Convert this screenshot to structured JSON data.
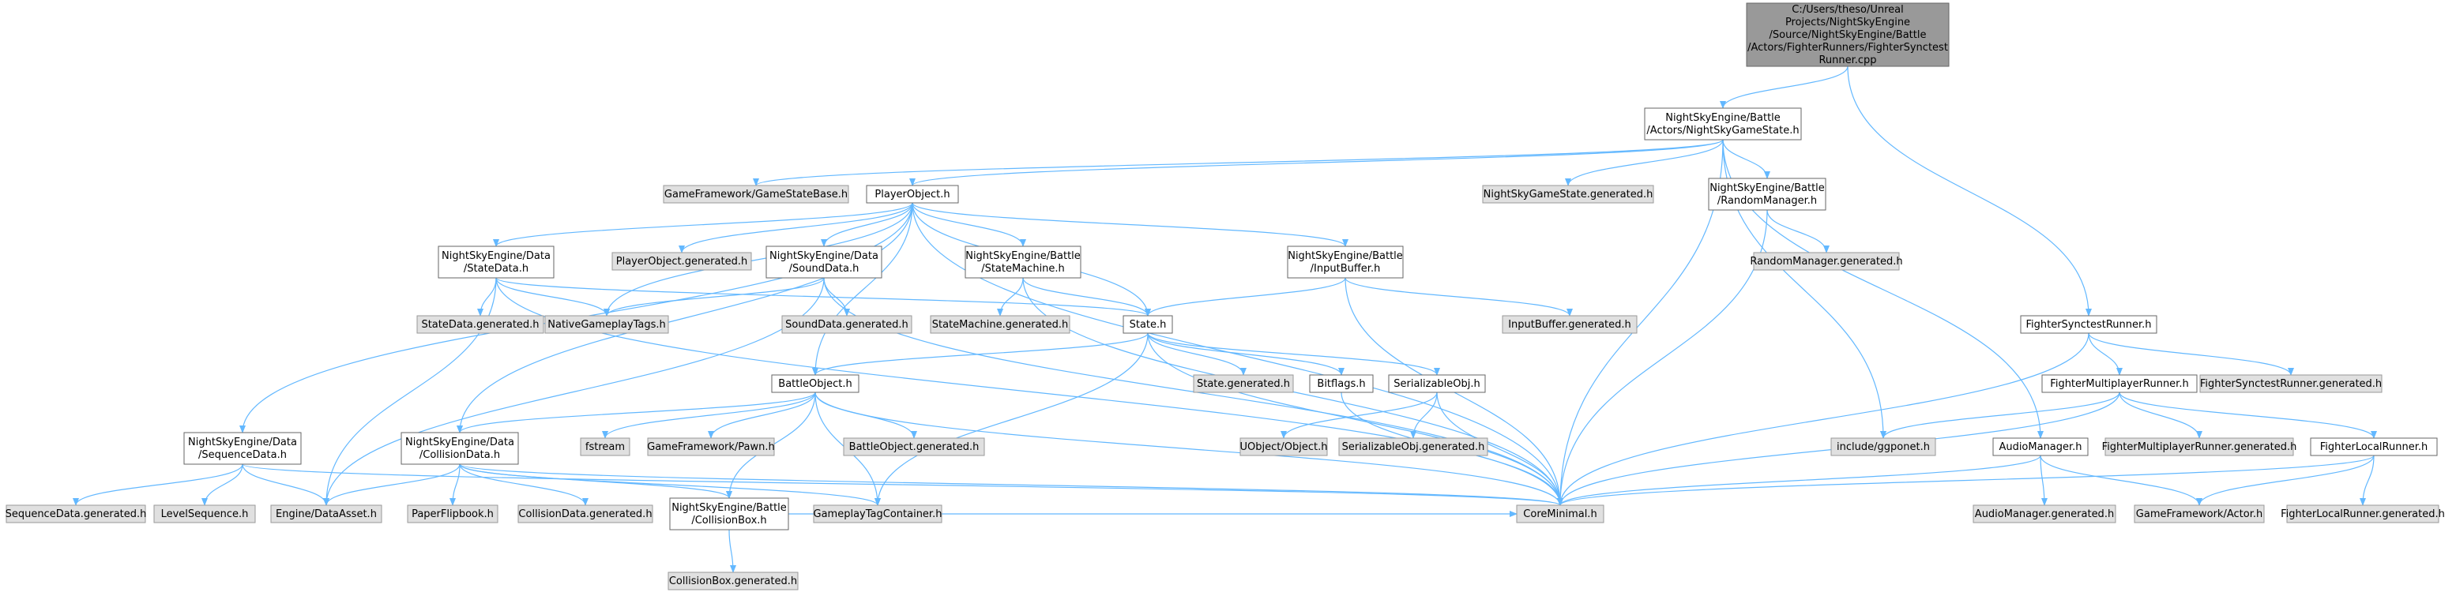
{
  "colors": {
    "edge": "#63b8ff",
    "root_fill": "#999999",
    "root_stroke": "#666666",
    "doc_fill": "#ffffff",
    "doc_stroke": "#666666",
    "ext_fill": "#e0e0e0",
    "ext_stroke": "#999999"
  },
  "nodes": [
    {
      "id": "root",
      "kind": "root",
      "lines": [
        "C:/Users/theso/Unreal",
        "Projects/NightSkyEngine",
        "/Source/NightSkyEngine/Battle",
        "/Actors/FighterRunners/FighterSynctest",
        "Runner.cpp"
      ]
    },
    {
      "id": "gamestate",
      "kind": "doc",
      "lines": [
        "NightSkyEngine/Battle",
        "/Actors/NightSkyGameState.h"
      ]
    },
    {
      "id": "gsbase",
      "kind": "ext",
      "lines": [
        "GameFramework/GameStateBase.h"
      ]
    },
    {
      "id": "player",
      "kind": "doc",
      "lines": [
        "PlayerObject.h"
      ]
    },
    {
      "id": "gsgen",
      "kind": "ext",
      "lines": [
        "NightSkyGameState.generated.h"
      ]
    },
    {
      "id": "randmgr",
      "kind": "doc",
      "lines": [
        "NightSkyEngine/Battle",
        "/RandomManager.h"
      ]
    },
    {
      "id": "randgen",
      "kind": "ext",
      "lines": [
        "RandomManager.generated.h"
      ]
    },
    {
      "id": "statedata",
      "kind": "doc",
      "lines": [
        "NightSkyEngine/Data",
        "/StateData.h"
      ]
    },
    {
      "id": "playergen",
      "kind": "ext",
      "lines": [
        "PlayerObject.generated.h"
      ]
    },
    {
      "id": "sounddata",
      "kind": "doc",
      "lines": [
        "NightSkyEngine/Data",
        "/SoundData.h"
      ]
    },
    {
      "id": "statemachine",
      "kind": "doc",
      "lines": [
        "NightSkyEngine/Battle",
        "/StateMachine.h"
      ]
    },
    {
      "id": "inputbuf",
      "kind": "doc",
      "lines": [
        "NightSkyEngine/Battle",
        "/InputBuffer.h"
      ]
    },
    {
      "id": "statedatagen",
      "kind": "ext",
      "lines": [
        "StateData.generated.h"
      ]
    },
    {
      "id": "nativetags",
      "kind": "ext",
      "lines": [
        "NativeGameplayTags.h"
      ]
    },
    {
      "id": "sounddatagen",
      "kind": "ext",
      "lines": [
        "SoundData.generated.h"
      ]
    },
    {
      "id": "smgen",
      "kind": "ext",
      "lines": [
        "StateMachine.generated.h"
      ]
    },
    {
      "id": "state",
      "kind": "doc",
      "lines": [
        "State.h"
      ]
    },
    {
      "id": "inputbufgen",
      "kind": "ext",
      "lines": [
        "InputBuffer.generated.h"
      ]
    },
    {
      "id": "stategen",
      "kind": "ext",
      "lines": [
        "State.generated.h"
      ]
    },
    {
      "id": "bitflags",
      "kind": "doc",
      "lines": [
        "Bitflags.h"
      ]
    },
    {
      "id": "serializable",
      "kind": "doc",
      "lines": [
        "SerializableObj.h"
      ]
    },
    {
      "id": "battleobj",
      "kind": "doc",
      "lines": [
        "BattleObject.h"
      ]
    },
    {
      "id": "fstream",
      "kind": "ext",
      "lines": [
        "fstream"
      ]
    },
    {
      "id": "pawn",
      "kind": "ext",
      "lines": [
        "GameFramework/Pawn.h"
      ]
    },
    {
      "id": "battlegen",
      "kind": "ext",
      "lines": [
        "BattleObject.generated.h"
      ]
    },
    {
      "id": "uobject",
      "kind": "ext",
      "lines": [
        "UObject/Object.h"
      ]
    },
    {
      "id": "serialgen",
      "kind": "ext",
      "lines": [
        "SerializableObj.generated.h"
      ]
    },
    {
      "id": "seqdata",
      "kind": "doc",
      "lines": [
        "NightSkyEngine/Data",
        "/SequenceData.h"
      ]
    },
    {
      "id": "colldata",
      "kind": "doc",
      "lines": [
        "NightSkyEngine/Data",
        "/CollisionData.h"
      ]
    },
    {
      "id": "seqgen",
      "kind": "ext",
      "lines": [
        "SequenceData.generated.h"
      ]
    },
    {
      "id": "levelseq",
      "kind": "ext",
      "lines": [
        "LevelSequence.h"
      ]
    },
    {
      "id": "dataasset",
      "kind": "ext",
      "lines": [
        "Engine/DataAsset.h"
      ]
    },
    {
      "id": "paperflip",
      "kind": "ext",
      "lines": [
        "PaperFlipbook.h"
      ]
    },
    {
      "id": "collgen",
      "kind": "ext",
      "lines": [
        "CollisionData.generated.h"
      ]
    },
    {
      "id": "collbox",
      "kind": "doc",
      "lines": [
        "NightSkyEngine/Battle",
        "/CollisionBox.h"
      ]
    },
    {
      "id": "tagcontainer",
      "kind": "ext",
      "lines": [
        "GameplayTagContainer.h"
      ]
    },
    {
      "id": "coreminimal",
      "kind": "ext",
      "lines": [
        "CoreMinimal.h"
      ]
    },
    {
      "id": "collboxgen",
      "kind": "ext",
      "lines": [
        "CollisionBox.generated.h"
      ]
    },
    {
      "id": "synctest",
      "kind": "doc",
      "lines": [
        "FighterSynctestRunner.h"
      ]
    },
    {
      "id": "synctestgen",
      "kind": "ext",
      "lines": [
        "FighterSynctestRunner.generated.h"
      ]
    },
    {
      "id": "multirunner",
      "kind": "doc",
      "lines": [
        "FighterMultiplayerRunner.h"
      ]
    },
    {
      "id": "ggponet",
      "kind": "ext",
      "lines": [
        "include/ggponet.h"
      ]
    },
    {
      "id": "multigen",
      "kind": "ext",
      "lines": [
        "FighterMultiplayerRunner.generated.h"
      ]
    },
    {
      "id": "localrunner",
      "kind": "doc",
      "lines": [
        "FighterLocalRunner.h"
      ]
    },
    {
      "id": "audiomgr",
      "kind": "doc",
      "lines": [
        "AudioManager.h"
      ]
    },
    {
      "id": "audiogen",
      "kind": "ext",
      "lines": [
        "AudioManager.generated.h"
      ]
    },
    {
      "id": "actor",
      "kind": "ext",
      "lines": [
        "GameFramework/Actor.h"
      ]
    },
    {
      "id": "localgen",
      "kind": "ext",
      "lines": [
        "FighterLocalRunner.generated.h"
      ]
    }
  ],
  "edges": [
    [
      "root",
      "gamestate"
    ],
    [
      "root",
      "synctest"
    ],
    [
      "gamestate",
      "gsbase"
    ],
    [
      "gamestate",
      "player"
    ],
    [
      "gamestate",
      "gsgen"
    ],
    [
      "gamestate",
      "randmgr"
    ],
    [
      "gamestate",
      "coreminimal"
    ],
    [
      "gamestate",
      "ggponet"
    ],
    [
      "gamestate",
      "audiomgr"
    ],
    [
      "randmgr",
      "randgen"
    ],
    [
      "randmgr",
      "coreminimal"
    ],
    [
      "player",
      "statedata"
    ],
    [
      "player",
      "playergen"
    ],
    [
      "player",
      "sounddata"
    ],
    [
      "player",
      "statemachine"
    ],
    [
      "player",
      "inputbuf"
    ],
    [
      "player",
      "nativetags"
    ],
    [
      "player",
      "state"
    ],
    [
      "player",
      "battleobj"
    ],
    [
      "player",
      "seqdata"
    ],
    [
      "player",
      "colldata"
    ],
    [
      "player",
      "coreminimal"
    ],
    [
      "statedata",
      "statedatagen"
    ],
    [
      "statedata",
      "nativetags"
    ],
    [
      "statedata",
      "state"
    ],
    [
      "statedata",
      "dataasset"
    ],
    [
      "statedata",
      "coreminimal"
    ],
    [
      "sounddata",
      "sounddatagen"
    ],
    [
      "sounddata",
      "nativetags"
    ],
    [
      "sounddata",
      "dataasset"
    ],
    [
      "sounddata",
      "coreminimal"
    ],
    [
      "statemachine",
      "smgen"
    ],
    [
      "statemachine",
      "state"
    ],
    [
      "statemachine",
      "coreminimal"
    ],
    [
      "inputbuf",
      "inputbufgen"
    ],
    [
      "inputbuf",
      "state"
    ],
    [
      "inputbuf",
      "coreminimal"
    ],
    [
      "state",
      "stategen"
    ],
    [
      "state",
      "bitflags"
    ],
    [
      "state",
      "serializable"
    ],
    [
      "state",
      "battleobj"
    ],
    [
      "state",
      "tagcontainer"
    ],
    [
      "state",
      "coreminimal"
    ],
    [
      "bitflags",
      "coreminimal"
    ],
    [
      "serializable",
      "uobject"
    ],
    [
      "serializable",
      "serialgen"
    ],
    [
      "serializable",
      "coreminimal"
    ],
    [
      "battleobj",
      "fstream"
    ],
    [
      "battleobj",
      "pawn"
    ],
    [
      "battleobj",
      "battlegen"
    ],
    [
      "battleobj",
      "colldata"
    ],
    [
      "battleobj",
      "collbox"
    ],
    [
      "battleobj",
      "tagcontainer"
    ],
    [
      "battleobj",
      "coreminimal"
    ],
    [
      "seqdata",
      "seqgen"
    ],
    [
      "seqdata",
      "levelseq"
    ],
    [
      "seqdata",
      "dataasset"
    ],
    [
      "seqdata",
      "coreminimal"
    ],
    [
      "colldata",
      "dataasset"
    ],
    [
      "colldata",
      "paperflip"
    ],
    [
      "colldata",
      "collgen"
    ],
    [
      "colldata",
      "collbox"
    ],
    [
      "colldata",
      "tagcontainer"
    ],
    [
      "colldata",
      "coreminimal"
    ],
    [
      "collbox",
      "collboxgen"
    ],
    [
      "collbox",
      "coreminimal"
    ],
    [
      "synctest",
      "synctestgen"
    ],
    [
      "synctest",
      "multirunner"
    ],
    [
      "synctest",
      "coreminimal"
    ],
    [
      "multirunner",
      "ggponet"
    ],
    [
      "multirunner",
      "multigen"
    ],
    [
      "multirunner",
      "localrunner"
    ],
    [
      "multirunner",
      "coreminimal"
    ],
    [
      "localrunner",
      "actor"
    ],
    [
      "localrunner",
      "localgen"
    ],
    [
      "localrunner",
      "coreminimal"
    ],
    [
      "audiomgr",
      "audiogen"
    ],
    [
      "audiomgr",
      "actor"
    ],
    [
      "audiomgr",
      "coreminimal"
    ]
  ]
}
